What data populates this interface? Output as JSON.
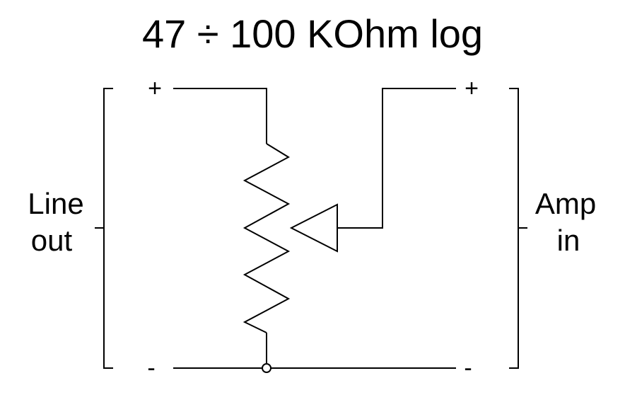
{
  "title": "47 ÷ 100  KOhm log",
  "left_label": {
    "line1": "Line",
    "line2": "out"
  },
  "right_label": {
    "line1": "Amp",
    "line2": "in"
  },
  "polarity": {
    "left_top": "+",
    "left_bottom": "-",
    "right_top": "+",
    "right_bottom": "-"
  },
  "colors": {
    "line": "#000000",
    "background": "#ffffff"
  }
}
